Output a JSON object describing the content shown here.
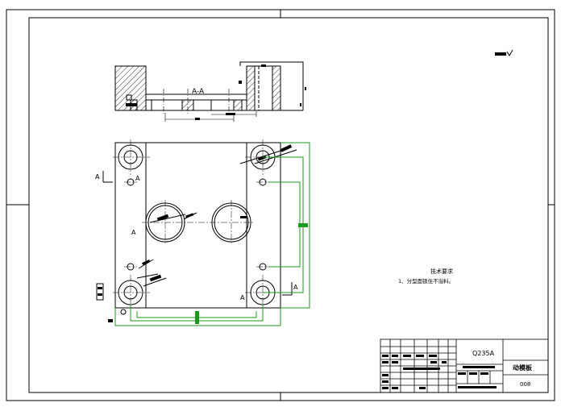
{
  "section": {
    "label": "A-A"
  },
  "markers": {
    "a_left": "A",
    "a_small": "A",
    "a_bore": "A",
    "a_lower": "A",
    "a_right": "A"
  },
  "notes": {
    "title": "技术要求",
    "line1": "1、分型面锁住不溢料。"
  },
  "title_block": {
    "material": "Q235A",
    "part_name": "动模板",
    "drawing_no": "008"
  },
  "roughness": {
    "symbol": "▬▬ ∜"
  },
  "colors": {
    "line": "#000000",
    "accent": "#1a9a1a",
    "hatch": "#000000"
  }
}
